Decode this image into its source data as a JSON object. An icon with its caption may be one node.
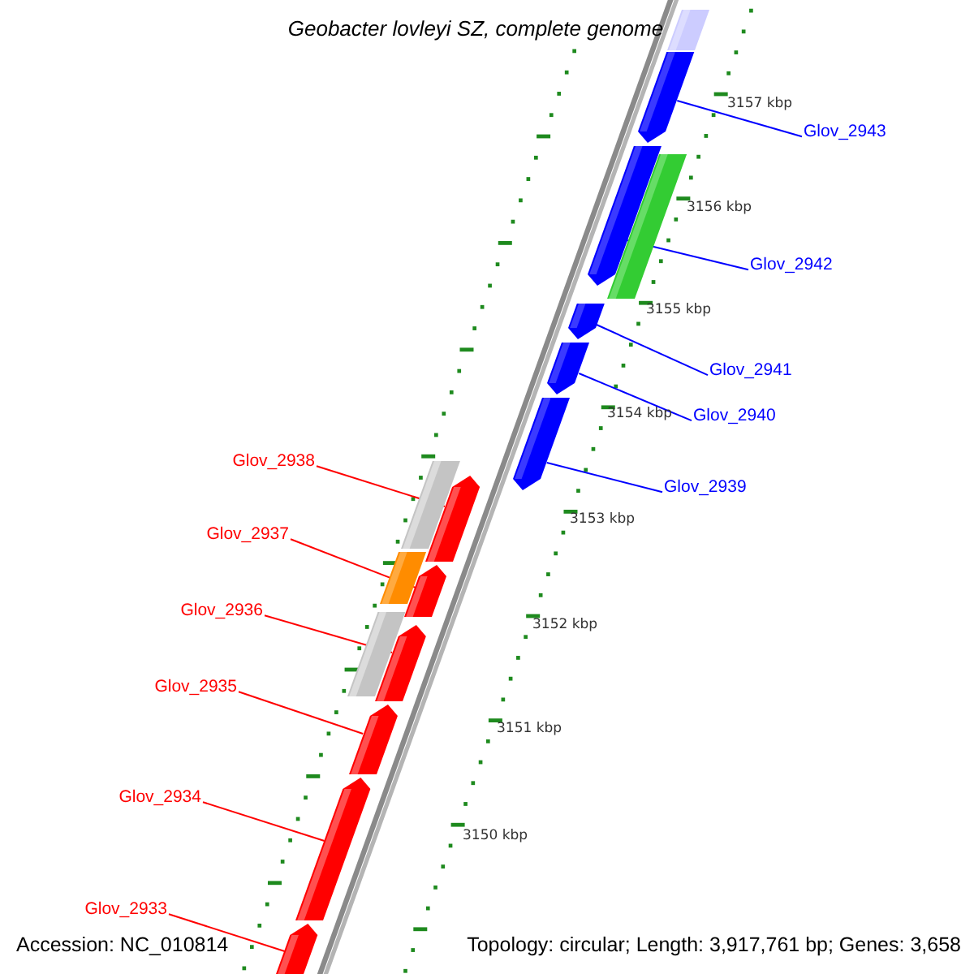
{
  "diagram": {
    "title": "Geobacter lovleyi SZ, complete genome",
    "nodes": [
      {
        "text": [],
        "shape": "bar"
      },
      {
        "text": [],
        "shape": "pentagon"
      },
      {
        "text": [
          "Glov_2943"
        ]
      },
      {
        "text": [],
        "shape": "pentagon"
      },
      {
        "text": [],
        "shape": "bar"
      },
      {
        "text": [
          "Glov_2942"
        ]
      },
      {
        "text": [],
        "shape": "pentagon"
      },
      {
        "text": [
          "Glov_2941"
        ]
      },
      {
        "text": [],
        "shape": "pentagon"
      },
      {
        "text": [
          "Glov_2940"
        ]
      },
      {
        "text": [],
        "shape": "pentagon"
      },
      {
        "text": [
          "Glov_2939"
        ]
      },
      {
        "text": [],
        "shape": "bar"
      },
      {
        "text": [],
        "shape": "pentagon"
      },
      {
        "text": [
          "Glov_2938"
        ]
      },
      {
        "text": [],
        "shape": "bar"
      },
      {
        "text": [],
        "shape": "pentagon"
      },
      {
        "text": [
          "Glov_2937"
        ]
      },
      {
        "text": [],
        "shape": "bar"
      },
      {
        "text": [],
        "shape": "pentagon"
      },
      {
        "text": [
          "Glov_2936"
        ]
      },
      {
        "text": [],
        "shape": "pentagon"
      },
      {
        "text": [
          "Glov_2935"
        ]
      },
      {
        "text": [],
        "shape": "pentagon"
      },
      {
        "text": [
          "Glov_2934"
        ]
      },
      {
        "text": [],
        "shape": "pentagon"
      },
      {
        "text": [
          "Glov_2933"
        ]
      }
    ],
    "edges": [
      {
        "from": 2,
        "to": 1,
        "arrow": "none",
        "color": "#0000ff"
      },
      {
        "from": 5,
        "to": 3,
        "arrow": "none",
        "color": "#0000ff"
      },
      {
        "from": 7,
        "to": 6,
        "arrow": "none",
        "color": "#0000ff"
      },
      {
        "from": 9,
        "to": 8,
        "arrow": "none",
        "color": "#0000ff"
      },
      {
        "from": 11,
        "to": 10,
        "arrow": "none",
        "color": "#0000ff"
      },
      {
        "from": 14,
        "to": 13,
        "arrow": "none"
      },
      {
        "from": 17,
        "to": 16,
        "arrow": "none"
      },
      {
        "from": 20,
        "to": 19,
        "arrow": "none"
      },
      {
        "from": 22,
        "to": 21,
        "arrow": "none"
      },
      {
        "from": 24,
        "to": 23,
        "arrow": "none"
      },
      {
        "from": 26,
        "to": 25,
        "arrow": "none"
      }
    ],
    "labels": [
      "3157 kbp",
      "3156 kbp",
      "3155 kbp",
      "3154 kbp",
      "3153 kbp",
      "3152 kbp",
      "3151 kbp",
      "3150 kbp",
      "Accession: NC_010814",
      "Topology: circular; Length: 3,917,761 bp; Genes: 3,658"
    ]
  }
}
